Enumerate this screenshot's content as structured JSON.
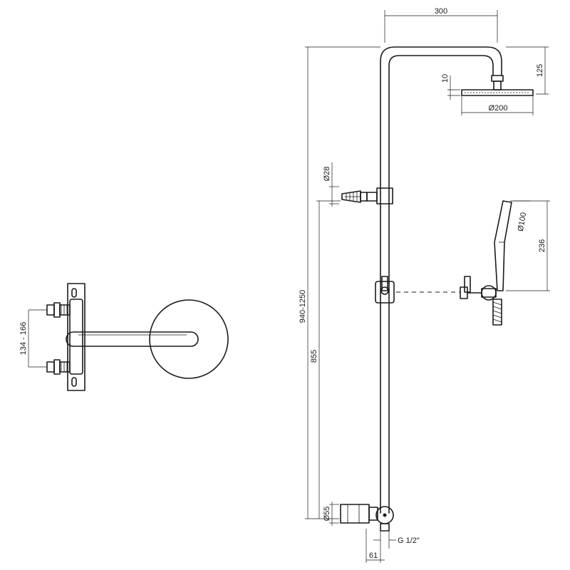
{
  "dimensions": {
    "arm_length": "300",
    "head_offset": "125",
    "head_thickness": "10",
    "head_diameter": "Ø200",
    "rail_diameter": "Ø28",
    "hand_head_diameter": "Ø100",
    "hand_length": "236",
    "total_height": "940-1250",
    "bracket_height": "855",
    "mixer_diameter": "Ø55",
    "thread": "G 1/2\"",
    "wall_offset": "61",
    "inlet_spacing": "134 - 166"
  }
}
